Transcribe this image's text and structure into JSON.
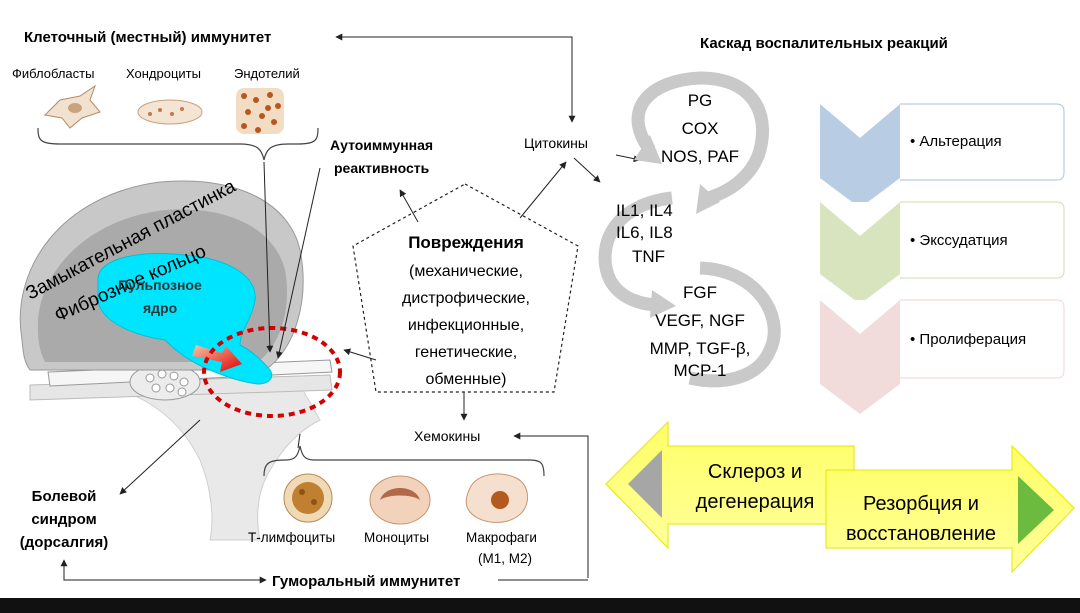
{
  "cellular": {
    "title": "Клеточный (местный) иммунитет",
    "cells": [
      "Фиблобласты",
      "Хондроциты",
      "Эндотелий"
    ]
  },
  "cascade_title": "Каскад воспалительных реакций",
  "disc": {
    "endplate": "Замыкательная пластинка",
    "annulus": "Фиброзное кольцо",
    "nucleus_line1": "Пульпозное",
    "nucleus_line2": "ядро"
  },
  "autoimmune": [
    "Аутоиммунная",
    "реактивность"
  ],
  "cytokines": "Цитокины",
  "damage": {
    "title": "Повреждения",
    "lines": [
      "(механические,",
      "дистрофические,",
      "инфекционные,",
      "генетические,",
      "обменные)"
    ]
  },
  "chemokines": "Хемокины",
  "pain": [
    "Болевой",
    "синдром",
    "(дорсалгия)"
  ],
  "humoral": {
    "cells": [
      "Т-лимфоциты",
      "Моноциты",
      "Макрофаги"
    ],
    "macro_sub": "(М1, М2)",
    "title": "Гуморальный иммунитет"
  },
  "mediators": {
    "group1": [
      "PG",
      "COX",
      "NOS, PAF"
    ],
    "group2": [
      "IL1, IL4",
      "IL6, IL8",
      "TNF"
    ],
    "group3": [
      "FGF",
      "VEGF, NGF",
      "MMP, TGF-β,",
      "MCP-1"
    ]
  },
  "phases": [
    {
      "label": "Альтерация",
      "color": "#b8cce4"
    },
    {
      "label": "Экссудатция",
      "color": "#d7e4bd"
    },
    {
      "label": "Пролиферация",
      "color": "#f2dcdb"
    }
  ],
  "outcomes": {
    "left": [
      "Склероз и",
      "дегенерация"
    ],
    "right": [
      "Резорбция и",
      "восстановление"
    ]
  }
}
